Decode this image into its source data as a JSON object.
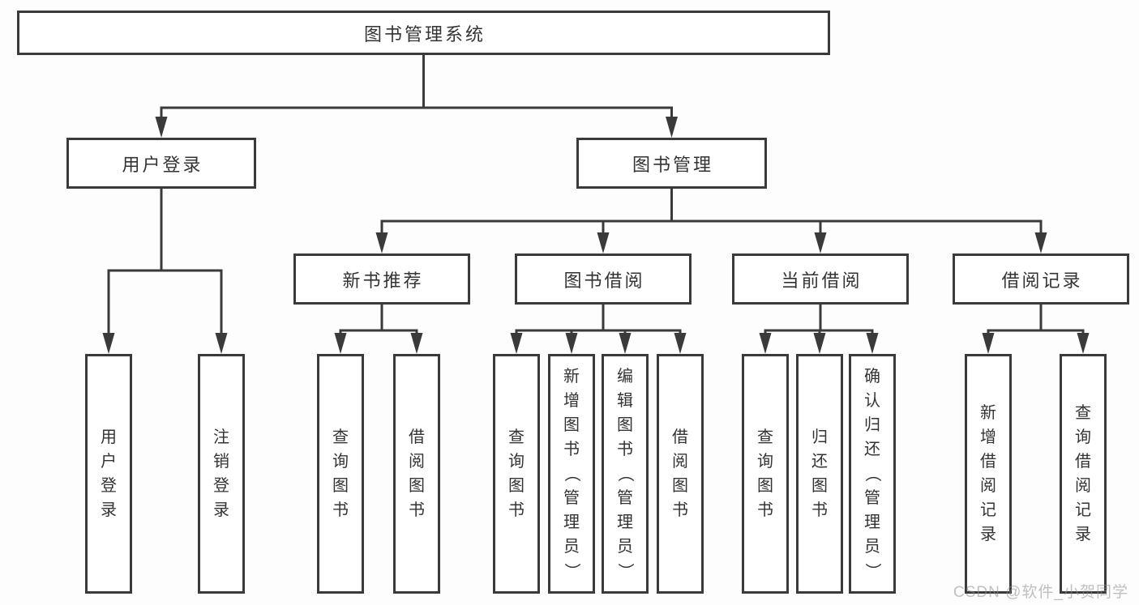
{
  "diagram": {
    "tree": {
      "id": "library-system",
      "label": "图书管理系统",
      "children": [
        {
          "id": "user-login",
          "label": "用户登录",
          "children": [
            {
              "id": "user-login-leaf",
              "label": "用户登录"
            },
            {
              "id": "logout",
              "label": "注销登录"
            }
          ]
        },
        {
          "id": "book-management",
          "label": "图书管理",
          "children": [
            {
              "id": "new-book-recommend",
              "label": "新书推荐",
              "children": [
                {
                  "id": "query-books-recommend",
                  "label": "查询图书"
                },
                {
                  "id": "borrow-books-recommend",
                  "label": "借阅图书"
                }
              ]
            },
            {
              "id": "book-borrow",
              "label": "图书借阅",
              "children": [
                {
                  "id": "query-books-borrow",
                  "label": "查询图书"
                },
                {
                  "id": "add-books-admin",
                  "label": "新增图书（管理员）"
                },
                {
                  "id": "edit-books-admin",
                  "label": "编辑图书（管理员）"
                },
                {
                  "id": "borrow-books-borrow",
                  "label": "借阅图书"
                }
              ]
            },
            {
              "id": "current-borrow",
              "label": "当前借阅",
              "children": [
                {
                  "id": "query-books-current",
                  "label": "查询图书"
                },
                {
                  "id": "return-books",
                  "label": "归还图书"
                },
                {
                  "id": "confirm-return-admin",
                  "label": "确认归还（管理员）"
                }
              ]
            },
            {
              "id": "borrow-records",
              "label": "借阅记录",
              "children": [
                {
                  "id": "add-borrow-record",
                  "label": "新增借阅记录"
                },
                {
                  "id": "query-borrow-record",
                  "label": "查询借阅记录"
                }
              ]
            }
          ]
        }
      ]
    }
  },
  "watermark": {
    "text": "CSDN @软件_小贺同学"
  },
  "colors": {
    "line": "#3a3a3a",
    "box_border": "#3a3a3a",
    "text": "#333333",
    "background": "#fdfdfd",
    "watermark": "#8c8c8c"
  }
}
